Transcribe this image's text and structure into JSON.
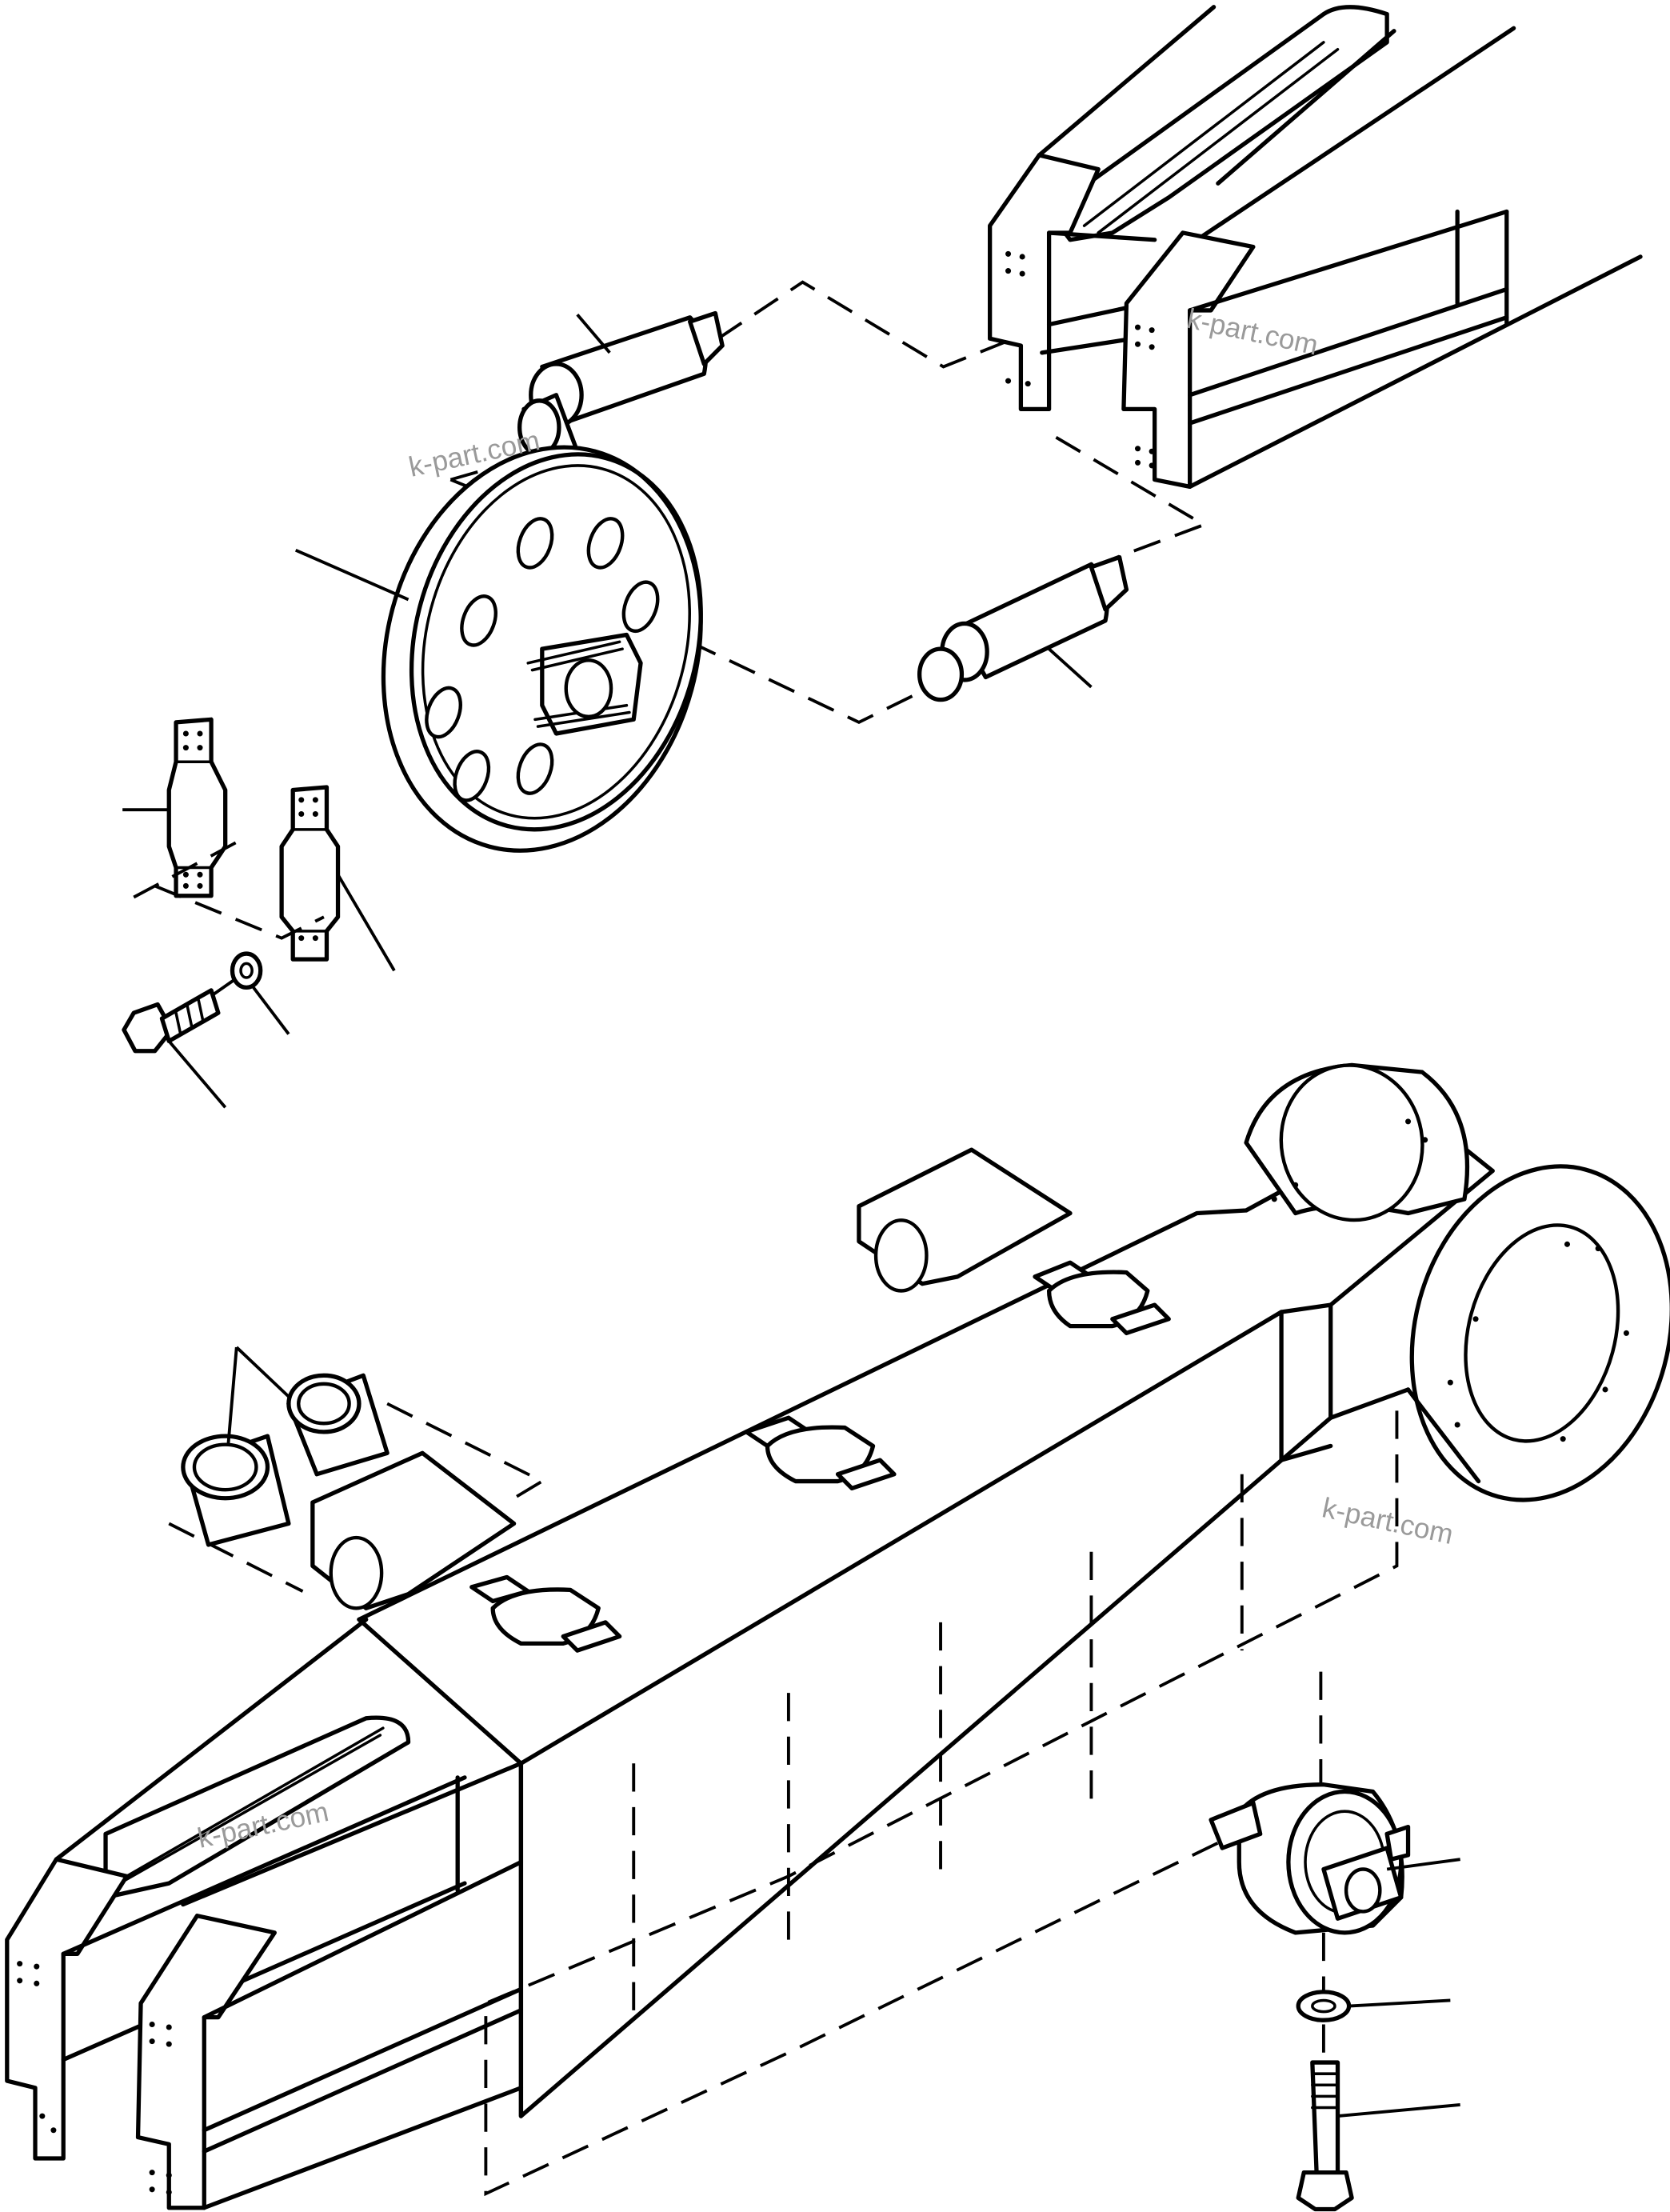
{
  "watermarks": [
    "k-part.com",
    "k-part.com",
    "k-part.com",
    "k-part.com"
  ],
  "parts": [
    {
      "icon": "idler-wheel-icon"
    },
    {
      "icon": "upper-shaft-icon"
    },
    {
      "icon": "lower-shaft-icon"
    },
    {
      "icon": "guide-plate-left-icon"
    },
    {
      "icon": "guide-plate-right-icon"
    },
    {
      "icon": "hex-bolt-icon"
    },
    {
      "icon": "lock-washer-icon"
    },
    {
      "icon": "bushings-icon"
    },
    {
      "icon": "track-roller-icon"
    },
    {
      "icon": "roller-washer-icon"
    },
    {
      "icon": "roller-bolt-icon"
    }
  ]
}
